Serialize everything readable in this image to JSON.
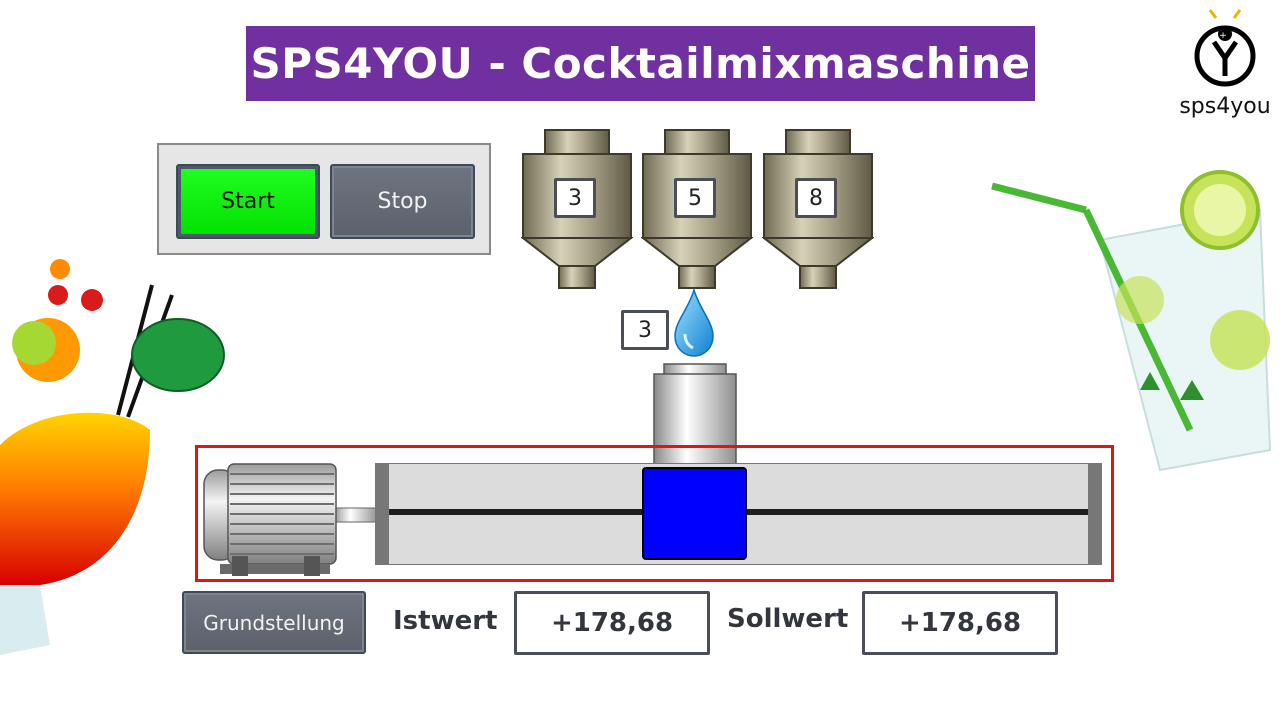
{
  "title": "SPS4YOU - Cocktailmixmaschine",
  "logo": {
    "text": "sps4you"
  },
  "controls": {
    "start_label": "Start",
    "stop_label": "Stop",
    "home_label": "Grundstellung"
  },
  "silos": [
    {
      "value": "3"
    },
    {
      "value": "5"
    },
    {
      "value": "8"
    }
  ],
  "dose": {
    "value": "3"
  },
  "position": {
    "actual_label": "Istwert",
    "actual_value": "+178,68",
    "target_label": "Sollwert",
    "target_value": "+178,68"
  },
  "colors": {
    "banner": "#7030a0",
    "start_active": "#00ff00",
    "carriage": "#0000ff",
    "frame_highlight": "#e01414"
  }
}
